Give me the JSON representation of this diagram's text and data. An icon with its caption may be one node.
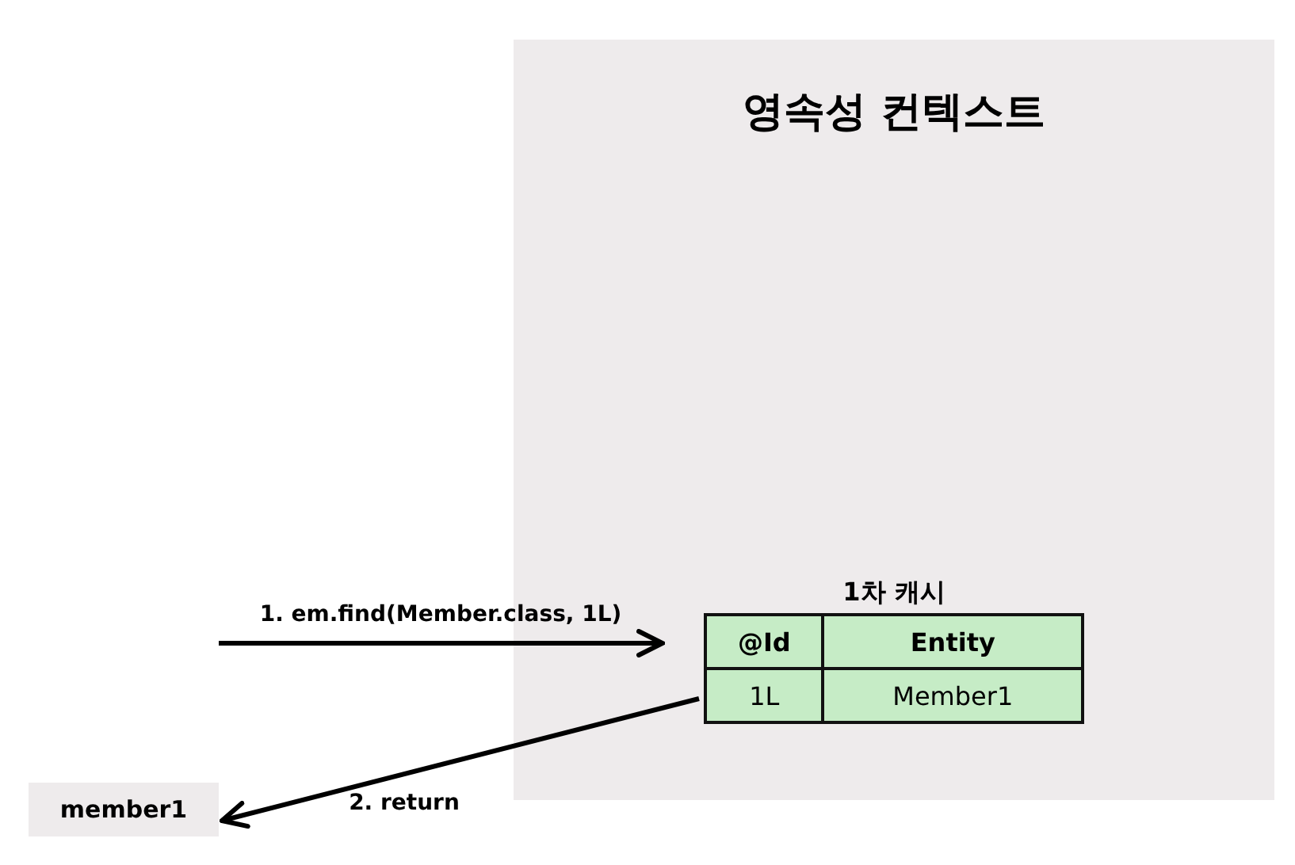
{
  "diagram": {
    "nodes": [
      {
        "text": [
          "영속성 컨텍스트"
        ]
      },
      {
        "text": [
          "1차 캐시"
        ],
        "in": 0
      },
      {
        "text": [
          "member1"
        ]
      }
    ],
    "edges": [
      {
        "from": null,
        "to": 1,
        "arrow": "to",
        "label": "1. em.find(Member.class, 1L)"
      },
      {
        "from": 1,
        "to": 2,
        "arrow": "to",
        "label": "2. return"
      }
    ],
    "labels": [
      "@Id",
      "Entity",
      "1L",
      "Member1"
    ]
  }
}
